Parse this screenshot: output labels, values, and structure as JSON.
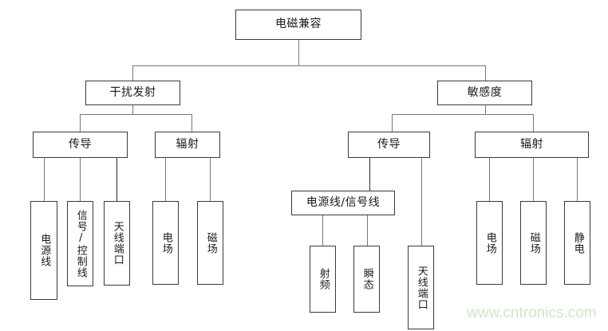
{
  "diagram": {
    "title": "电磁兼容",
    "type": "hierarchy-tree",
    "watermark": "www.cntronics.com",
    "watermark_color": "#cfe8c4",
    "box_border_color": "#3a3a3a",
    "connector_color": "#787878",
    "nodes": {
      "root": "电磁兼容",
      "emission": "干扰发射",
      "susceptibility": "敏感度",
      "emission_conducted": "传导",
      "emission_radiated": "辐射",
      "susc_conducted": "传导",
      "susc_radiated": "辐射",
      "em_cond_power": "电源线",
      "em_cond_signal": "信号/控制线",
      "em_cond_antenna": "天线端口",
      "em_rad_efield": "电场",
      "em_rad_hfield": "磁场",
      "su_cond_powersignal": "电源线/信号线",
      "su_cond_rf": "射频",
      "su_cond_transient": "瞬态",
      "su_cond_antenna": "天线端口",
      "su_rad_efield": "电场",
      "su_rad_hfield": "磁场",
      "su_rad_esd": "静电"
    }
  }
}
